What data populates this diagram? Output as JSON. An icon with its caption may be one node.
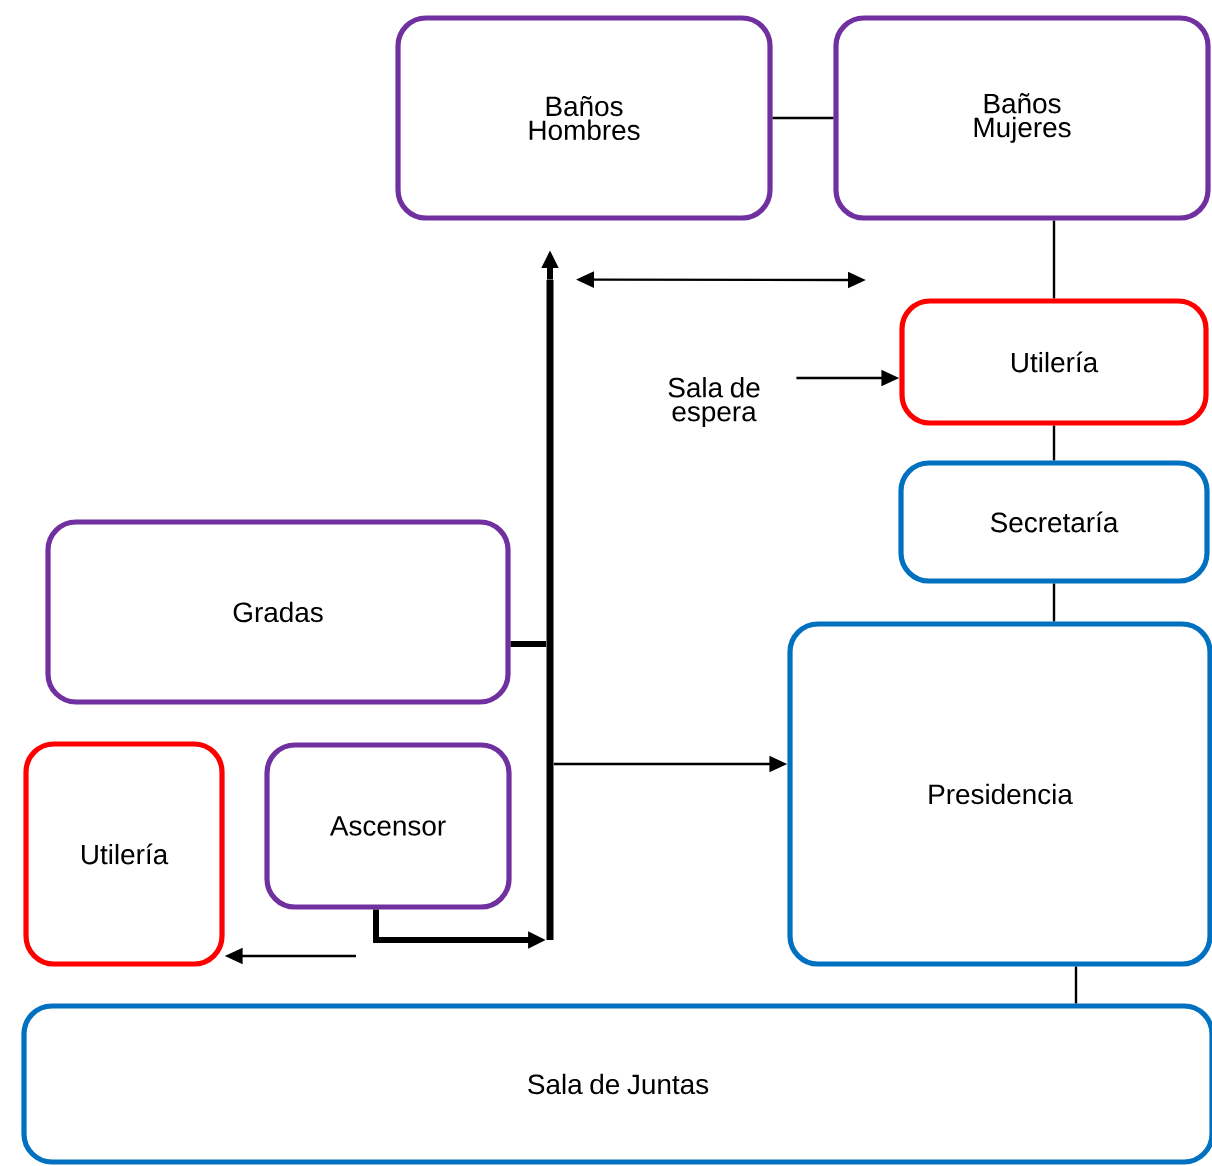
{
  "diagram": {
    "nodes": [
      {
        "text": [
          "Baños Hombres"
        ]
      },
      {
        "text": [
          "Baños Mujeres"
        ]
      },
      {
        "text": [
          "Utilería"
        ]
      },
      {
        "text": [
          "Sala de espera"
        ]
      },
      {
        "text": [
          "Secretaría"
        ]
      },
      {
        "text": [
          "Gradas"
        ]
      },
      {
        "text": [
          "Presidencia"
        ]
      },
      {
        "text": [
          "Utilería"
        ]
      },
      {
        "text": [
          "Ascensor"
        ]
      },
      {
        "text": [
          "Sala de Juntas"
        ]
      },
      {
        "text": [],
        "shape": "bar"
      }
    ],
    "edges": [
      {
        "from": 0,
        "to": 1,
        "arrow": "none"
      },
      {
        "from": 1,
        "to": 2,
        "arrow": "none"
      },
      {
        "from": 3,
        "to": 2,
        "arrow": "to"
      },
      {
        "from": 2,
        "to": 4,
        "arrow": "none"
      },
      {
        "from": 4,
        "to": 6,
        "arrow": "none"
      },
      {
        "from": 6,
        "to": 9,
        "arrow": "none"
      },
      {
        "from": 5,
        "to": 10,
        "arrow": "none",
        "style": "thick"
      },
      {
        "from": 8,
        "to": 10,
        "arrow": "to",
        "style": "thick"
      },
      {
        "from": 10,
        "to": 6,
        "arrow": "to"
      },
      {
        "from": 10,
        "to": null,
        "arrow": "to",
        "style": "thick"
      },
      {
        "from": 10,
        "to": null,
        "arrow": "both"
      },
      {
        "from": null,
        "to": 7,
        "arrow": "to"
      }
    ]
  }
}
